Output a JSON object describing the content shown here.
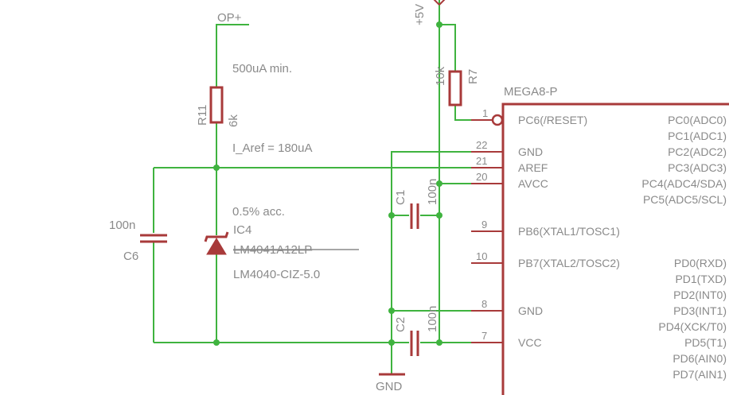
{
  "nets": {
    "op_plus": "OP+",
    "vcc5": "+5V",
    "gnd": "GND"
  },
  "r11": {
    "name": "R11",
    "value": "6k"
  },
  "r7": {
    "name": "R7",
    "value": "10k"
  },
  "c6": {
    "name": "C6",
    "value": "100n"
  },
  "c1": {
    "name": "C1",
    "value": "100n"
  },
  "c2": {
    "name": "C2",
    "value": "100n"
  },
  "ic4": {
    "name": "IC4",
    "part_struck": "LM4041A12LP",
    "part": "LM4040-CIZ-5.0",
    "accuracy": "0.5% acc."
  },
  "notes": {
    "current_min": "500uA min.",
    "i_aref": "I_Aref = 180uA"
  },
  "mcu": {
    "name": "MEGA8-P",
    "left_pins": [
      {
        "num": "1",
        "name": "PC6(/RESET)"
      },
      {
        "num": "22",
        "name": "GND"
      },
      {
        "num": "21",
        "name": "AREF"
      },
      {
        "num": "20",
        "name": "AVCC"
      },
      {
        "num": "9",
        "name": "PB6(XTAL1/TOSC1)"
      },
      {
        "num": "10",
        "name": "PB7(XTAL2/TOSC2)"
      },
      {
        "num": "8",
        "name": "GND"
      },
      {
        "num": "7",
        "name": "VCC"
      }
    ],
    "right_pins": [
      "PC0(ADC0)",
      "PC1(ADC1)",
      "PC2(ADC2)",
      "PC3(ADC3)",
      "PC4(ADC4/SDA)",
      "PC5(ADC5/SCL)",
      "PD0(RXD)",
      "PD1(TXD)",
      "PD2(INT0)",
      "PD3(INT1)",
      "PD4(XCK/T0)",
      "PD5(T1)",
      "PD6(AIN0)",
      "PD7(AIN1)"
    ]
  }
}
